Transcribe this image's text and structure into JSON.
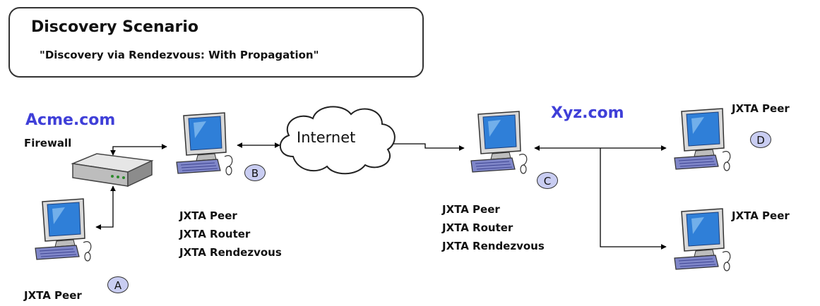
{
  "title": "Discovery Scenario",
  "subtitle": "\"Discovery via Rendezvous: With Propagation\"",
  "domains": {
    "left": "Acme.com",
    "right": "Xyz.com"
  },
  "firewall_label": "Firewall",
  "internet_label": "Internet",
  "nodes": {
    "a": {
      "badge": "A",
      "role_lines": [
        "JXTA Peer"
      ]
    },
    "b": {
      "badge": "B",
      "role_lines": [
        "JXTA Peer",
        "JXTA Router",
        "JXTA Rendezvous"
      ]
    },
    "c": {
      "badge": "C",
      "role_lines": [
        "JXTA Peer",
        "JXTA Router",
        "JXTA Rendezvous"
      ]
    },
    "d": {
      "badge": "D",
      "role_lines": [
        "JXTA Peer"
      ]
    },
    "e": {
      "role_lines": [
        "JXTA Peer"
      ]
    }
  },
  "colors": {
    "domain_text": "#3f3fd8",
    "badge_fill": "#c9cdf2",
    "screen": "#2f7fd8",
    "monitor_body": "#d9d9d9",
    "keyboard": "#7f86c8"
  },
  "icons": [
    "computer-icon",
    "firewall-router-icon",
    "cloud-icon"
  ]
}
